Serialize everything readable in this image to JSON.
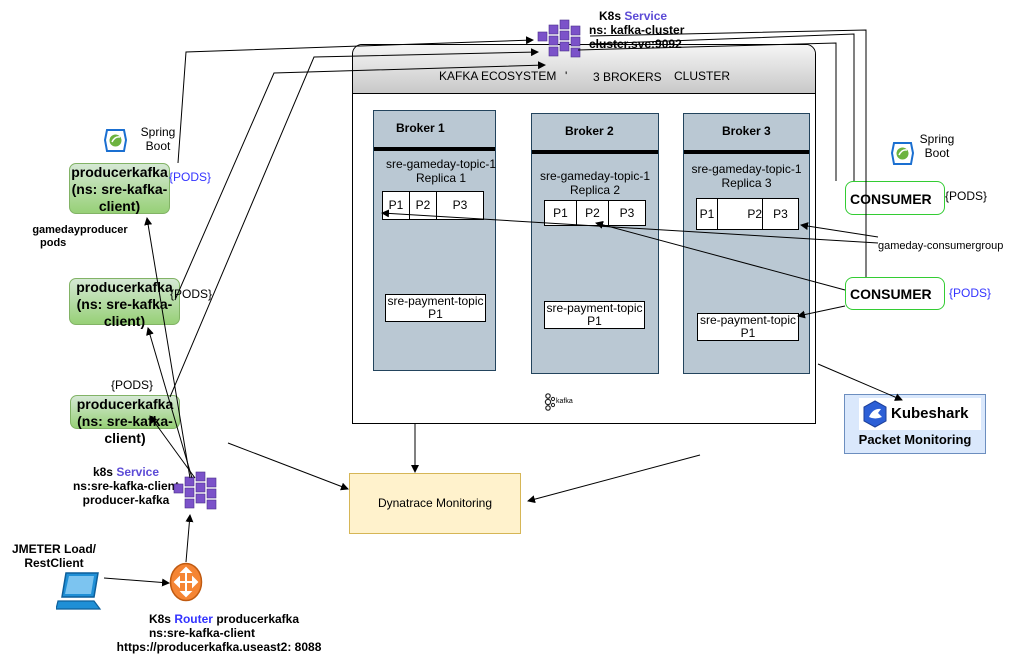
{
  "k8s_kafka_service": {
    "prefix": "K8s",
    "service_word": "Service",
    "ns_line": "ns: kafka-cluster",
    "cluster_line": "cluster.svc:9092"
  },
  "ecosystem": {
    "title": "KAFKA ECOSYSTEM",
    "tick": "'",
    "brokers_label": "3 BROKERS",
    "cluster_label": "CLUSTER",
    "logo_text": "kafka"
  },
  "brokers": [
    {
      "name": "Broker 1",
      "topic_line1": "sre-gameday-topic-1",
      "topic_line2": "Replica 1",
      "partitions": [
        "P1",
        "P2",
        "P3"
      ],
      "payment_line1": "sre-payment-topic",
      "payment_line2": "P1"
    },
    {
      "name": "Broker 2",
      "topic_line1": "sre-gameday-topic-1",
      "topic_line2": "Replica 2",
      "partitions": [
        "P1",
        "P2",
        "P3"
      ],
      "payment_line1": "sre-payment-topic",
      "payment_line2": "P1"
    },
    {
      "name": "Broker 3",
      "topic_line1": "sre-gameday-topic-1",
      "topic_line2": "Replica 3",
      "partitions": [
        "P1",
        "P2",
        "P3"
      ],
      "payment_line1": "sre-payment-topic",
      "payment_line2": "P1"
    }
  ],
  "producers": {
    "spring_line1": "Spring",
    "spring_line2": "Boot",
    "pods_label": "{PODS}",
    "group_line1": "gamedayproducer",
    "group_line2": "pods",
    "pod_line1": "producerkafka",
    "pod_line2": "(ns: sre-kafka-",
    "pod_line3": "client)"
  },
  "k8s_client_service": {
    "prefix": "k8s",
    "service_word": "Service",
    "ns_line": "ns:sre-kafka-client",
    "name_line": "producer-kafka"
  },
  "jmeter": {
    "line1": "JMETER Load/",
    "line2": "RestClient"
  },
  "router": {
    "prefix": "K8s",
    "router_word": "Router",
    "name": "producerkafka",
    "ns_line": "ns:sre-kafka-client",
    "url_line": "https://producerkafka.useast2: 8088"
  },
  "consumers": {
    "spring_line1": "Spring",
    "spring_line2": "Boot",
    "label": "CONSUMER",
    "pods_label": "{PODS}",
    "group_label": "gameday-consumergroup"
  },
  "dynatrace": {
    "label": "Dynatrace Monitoring"
  },
  "kubeshark": {
    "name": "Kubeshark",
    "subtitle": "Packet Monitoring"
  },
  "colors": {
    "pod_fill": "#97d077",
    "pod_border": "#82b366",
    "broker_fill": "#bac8d3",
    "dynatrace_fill": "#fff2cc",
    "dynatrace_border": "#d6b656",
    "kubeshark_fill": "#dae8fc",
    "accent_blue": "#3333ff",
    "service_purple": "#7b52c9",
    "router_orange": "#f58534",
    "consumer_border": "#33cc33"
  },
  "icons": [
    "k8s-service-icon",
    "spring-boot-icon",
    "kafka-logo-icon",
    "router-icon",
    "laptop-icon",
    "kubeshark-logo-icon"
  ]
}
